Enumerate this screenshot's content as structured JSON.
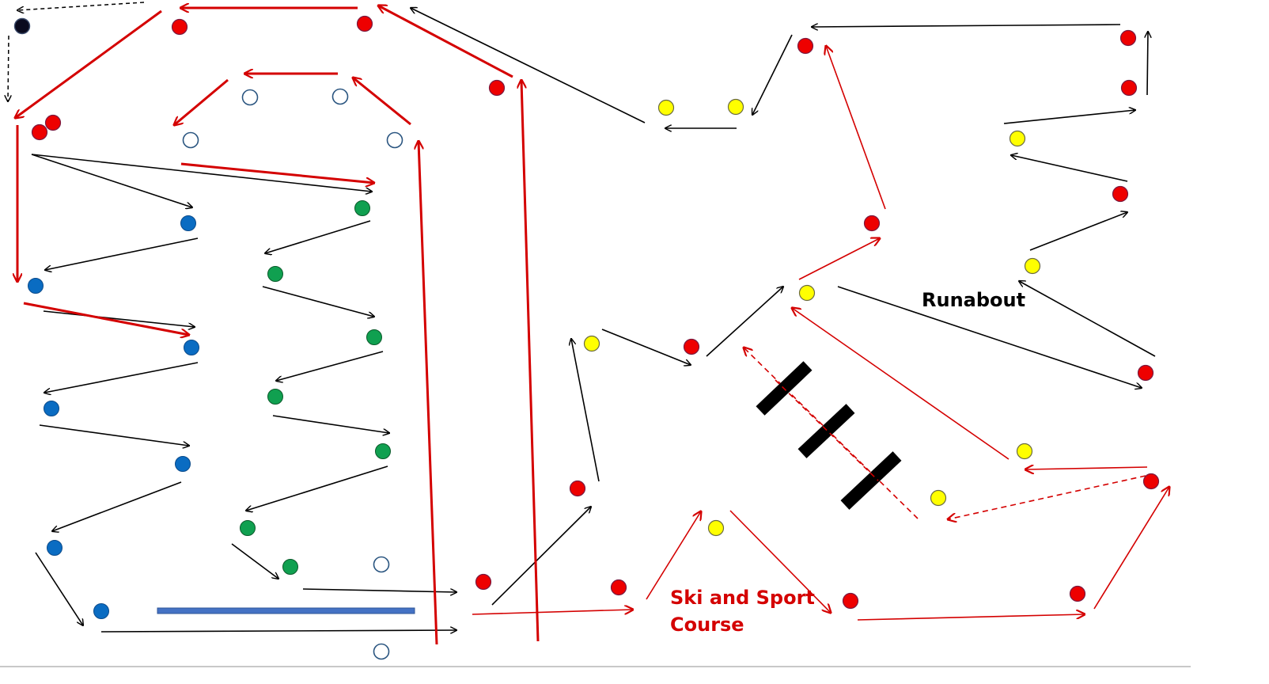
{
  "labels": {
    "runabout": "Runabout",
    "ski_line1": "Ski and Sport",
    "ski_line2": "Course"
  },
  "colors": {
    "red_cone": "#ee0000",
    "blue_cone": "#0a6cc2",
    "green_cone": "#10a050",
    "yellow_cone": "#ffff00",
    "navy_cone": "#0a0a1e",
    "white_cone": "#ffffff",
    "white_cone_outline": "#2a5580",
    "red_path": "#d40000",
    "black_path": "#000000",
    "blue_bar": "#4472c4",
    "obstacle": "#000000"
  }
}
